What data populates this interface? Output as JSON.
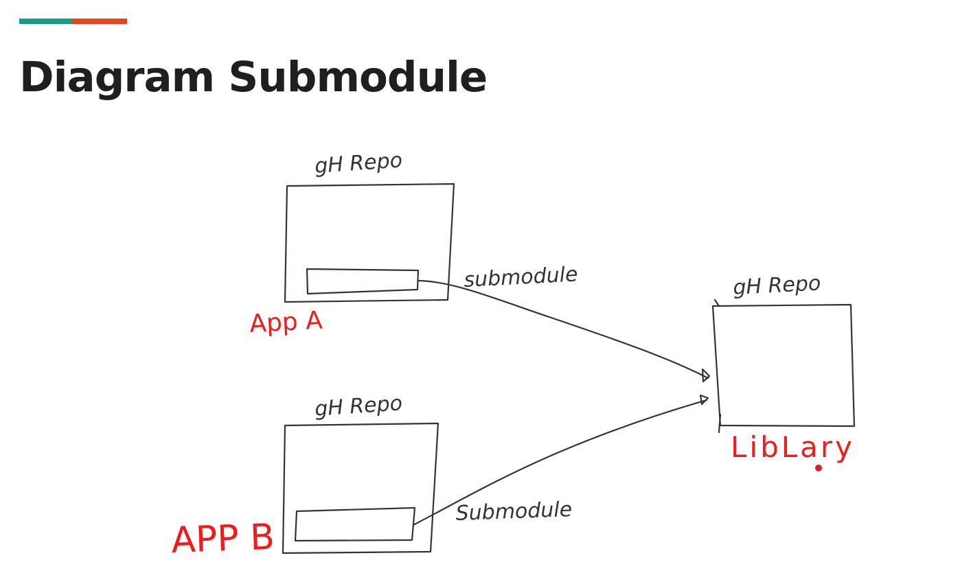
{
  "slide": {
    "title": "Diagram Submodule",
    "accent_colors": [
      "#1e9a82",
      "#e5461f"
    ]
  },
  "diagram": {
    "ink_color": "#333333",
    "annotation_color": "#ee1c1c",
    "repos": [
      {
        "id": "app-a",
        "caption": "gH Repo",
        "name": "App A"
      },
      {
        "id": "app-b",
        "caption": "gH Repo",
        "name": "APP B"
      },
      {
        "id": "library",
        "caption": "gH Repo",
        "name": "LibLary"
      }
    ],
    "links": [
      {
        "from": "app-a",
        "to": "library",
        "label": "submodule"
      },
      {
        "from": "app-b",
        "to": "library",
        "label": "Submodule"
      }
    ]
  }
}
